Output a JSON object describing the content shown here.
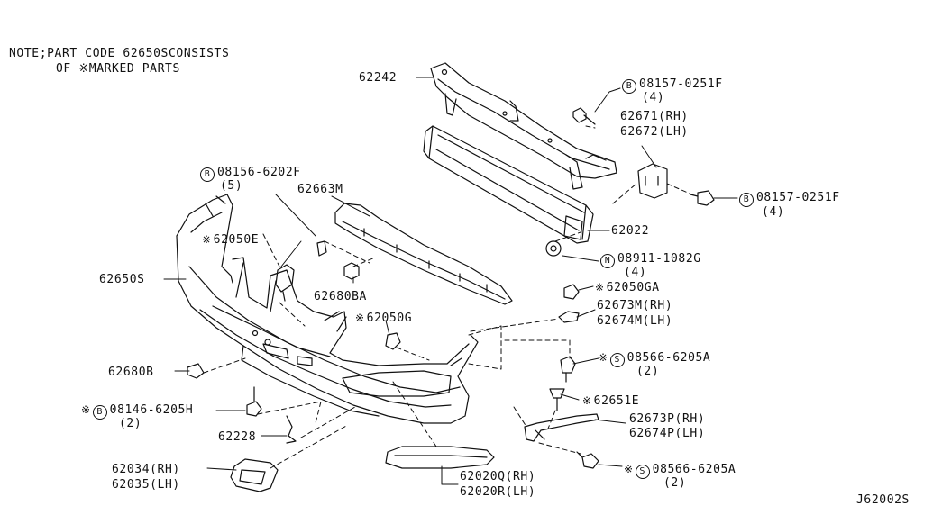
{
  "note": {
    "line1": "NOTE;PART CODE 62650SCONSISTS",
    "line2": "OF ※MARKED PARTS"
  },
  "diagram_code": "J62002S",
  "symbols": {
    "star": "※"
  },
  "parts": {
    "p62242": {
      "code": "62242"
    },
    "p08157a": {
      "marker": "B",
      "code": "08157-0251F",
      "qty": "(4)"
    },
    "p62671": {
      "code": "62671(RH)",
      "code2": "62672(LH)"
    },
    "p08157b": {
      "marker": "B",
      "code": "08157-0251F",
      "qty": "(4)"
    },
    "p08156": {
      "marker": "B",
      "code": "08156-6202F",
      "qty": "(5)"
    },
    "p62663": {
      "code": "62663M"
    },
    "p62050e": {
      "code": "62050E",
      "starred": true
    },
    "p62022": {
      "code": "62022"
    },
    "p08911": {
      "marker": "N",
      "code": "08911-1082G",
      "qty": "(4)"
    },
    "p62650s": {
      "code": "62650S"
    },
    "p62680ba": {
      "code": "62680BA"
    },
    "p62050ga": {
      "code": "62050GA",
      "starred": true
    },
    "p62673m": {
      "code": "62673M(RH)",
      "code2": "62674M(LH)"
    },
    "p62050g": {
      "code": "62050G",
      "starred": true
    },
    "p08566a": {
      "marker": "S",
      "code": "08566-6205A",
      "qty": "(2)",
      "starred": true
    },
    "p62680b": {
      "code": "62680B"
    },
    "p62651e": {
      "code": "62651E",
      "starred": true
    },
    "p08146": {
      "marker": "B",
      "code": "08146-6205H",
      "qty": "(2)",
      "starred": true
    },
    "p62673p": {
      "code": "62673P(RH)",
      "code2": "62674P(LH)"
    },
    "p62228": {
      "code": "62228"
    },
    "p08566b": {
      "marker": "S",
      "code": "08566-6205A",
      "qty": "(2)",
      "starred": true
    },
    "p62034": {
      "code": "62034(RH)",
      "code2": "62035(LH)"
    },
    "p62020q": {
      "code": "62020Q(RH)",
      "code2": "62020R(LH)"
    }
  }
}
